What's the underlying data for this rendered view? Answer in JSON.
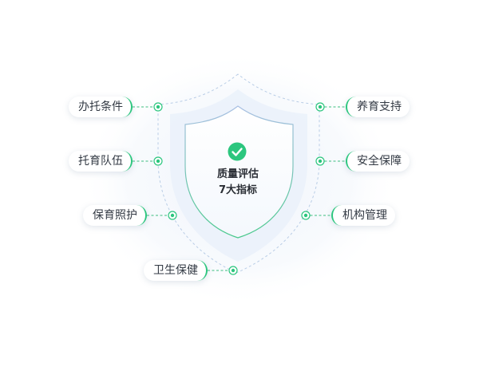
{
  "center": {
    "line1": "质量评估",
    "line2": "7大指标",
    "check_icon": "check-circle-icon"
  },
  "indicators_left": [
    {
      "label": "办托条件"
    },
    {
      "label": "托育队伍"
    },
    {
      "label": "保育照护"
    },
    {
      "label": "卫生保健"
    }
  ],
  "indicators_right": [
    {
      "label": "养育支持"
    },
    {
      "label": "安全保障"
    },
    {
      "label": "机构管理"
    }
  ],
  "colors": {
    "accent": "#2cc67e",
    "shield_fill": "#eef4fb",
    "shield_stroke": "#b9cde6",
    "connector": "#3dbf80",
    "text": "#333a44"
  }
}
